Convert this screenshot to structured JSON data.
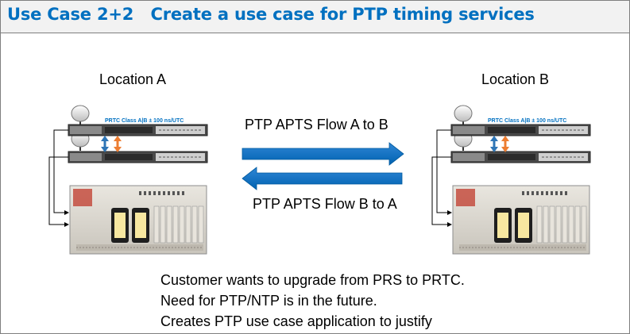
{
  "title": "Use Case 2+2   Create a use case for PTP timing services",
  "location_a": "Location A",
  "location_b": "Location B",
  "prtc_label": "PRTC Class A|B ± 100 ns/UTC",
  "flow_a_to_b": "PTP APTS Flow A to B",
  "flow_b_to_a": "PTP APTS Flow B to A",
  "notes": [
    "Customer wants to upgrade from PRS to PRTC.",
    "Need for PTP/NTP is in the future.",
    "Creates PTP use case application to justify"
  ],
  "colors": {
    "title": "#0070c0",
    "arrow": "#0070c0",
    "sync_up": "#2e75b6",
    "sync_down": "#ed7d31"
  }
}
